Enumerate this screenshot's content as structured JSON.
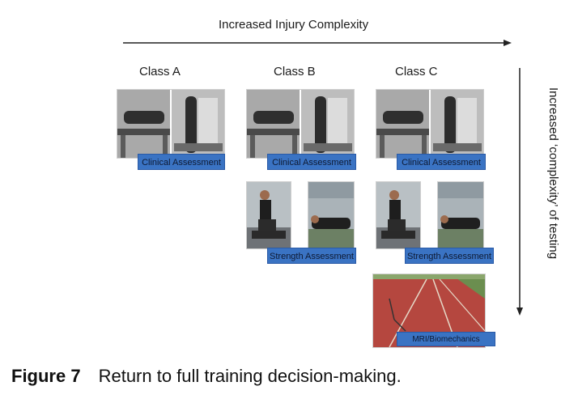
{
  "header": {
    "title": "Increased Injury Complexity"
  },
  "side": {
    "title": "Increased ‘complexity’ of testing"
  },
  "classes": [
    {
      "label": "Class A",
      "clinical": "Clinical Assessment"
    },
    {
      "label": "Class B",
      "clinical": "Clinical Assessment",
      "strength": "Strength Assessment"
    },
    {
      "label": "Class C",
      "clinical": "Clinical Assessment",
      "strength": "Strength Assessment",
      "mri": "MRI/Biomechanics"
    }
  ],
  "caption": {
    "figure": "Figure 7",
    "text": "Return to full training decision-making."
  }
}
